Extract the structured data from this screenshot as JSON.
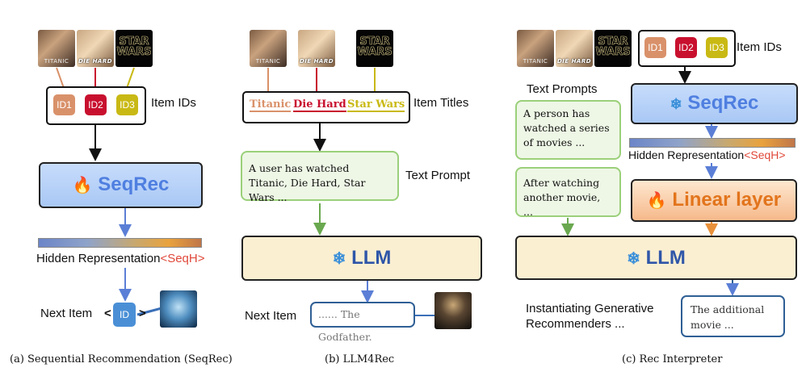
{
  "posters": {
    "titanic_text": "TITANIC",
    "diehard_text": "DIE HARD",
    "starwars_line1": "STAR",
    "starwars_line2": "WARS"
  },
  "panel_a": {
    "ids": [
      "ID1",
      "ID2",
      "ID3"
    ],
    "item_ids_label": "Item IDs",
    "seqrec_label": "SeqRec",
    "hidden_label": "Hidden Representation",
    "seqh_token": "<SeqH>",
    "next_item_label": "Next Item",
    "next_id": "ID",
    "bracket_left": "<",
    "bracket_right": ">",
    "caption": "(a)  Sequential Recommendation (SeqRec)"
  },
  "panel_b": {
    "titles": [
      "Titanic",
      "Die Hard",
      "Star Wars"
    ],
    "item_titles_label": "Item Titles",
    "prompt_text": "A user has watched Titanic, Die Hard, Star Wars ...",
    "text_prompt_label": "Text Prompt",
    "llm_label": "LLM",
    "next_item_label": "Next Item",
    "result_text": "...... The Godfather.",
    "caption": "(b)  LLM4Rec"
  },
  "panel_c": {
    "ids": [
      "ID1",
      "ID2",
      "ID3"
    ],
    "item_ids_label": "Item IDs",
    "text_prompts_label": "Text Prompts",
    "prompt1": "A person has watched a series of movies ...",
    "prompt2": "After watching another movie, ...",
    "seqrec_label": "SeqRec",
    "hidden_label": "Hidden Representation",
    "seqh_token": "<SeqH>",
    "linear_label": "Linear layer",
    "llm_label": "LLM",
    "instantiating_line1": "Instantiating Generative",
    "instantiating_line2": "Recommenders ...",
    "result_text": "The additional movie ...",
    "caption": "(c)  Rec Interpreter"
  },
  "colors": {
    "id1": "#d9916a",
    "id2": "#c8102e",
    "id3": "#c9b914",
    "seqrec_text": "#4f7fe0",
    "llm_text": "#2f56a8",
    "arrow_blue": "#5b7fd6",
    "arrow_green": "#6aa84f",
    "arrow_orange": "#e8913b",
    "seqh": "#e0483a",
    "fire": "#f07a2a",
    "snow": "#3a8fd9"
  }
}
